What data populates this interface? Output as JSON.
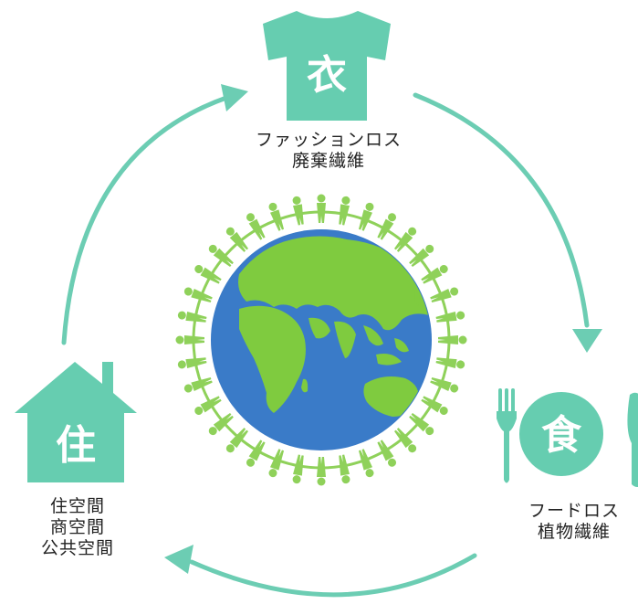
{
  "colors": {
    "accent": "#66cdb0",
    "arrow": "#6ccdb3",
    "earth_ocean": "#3a7bc8",
    "earth_land": "#7fcb3f",
    "people": "#8fd15a",
    "text": "#222222"
  },
  "clothing": {
    "icon": "tshirt-icon",
    "char": "衣",
    "lines": [
      "ファッションロス",
      "廃棄繊維"
    ]
  },
  "food": {
    "icon": "plate-cutlery-icon",
    "char": "食",
    "lines": [
      "フードロス",
      "植物繊維"
    ]
  },
  "housing": {
    "icon": "house-icon",
    "char": "住",
    "lines": [
      "住空間",
      "商空間",
      "公共空間"
    ]
  },
  "center": {
    "icon": "earth-icon",
    "ring_icon": "people-ring-icon"
  }
}
